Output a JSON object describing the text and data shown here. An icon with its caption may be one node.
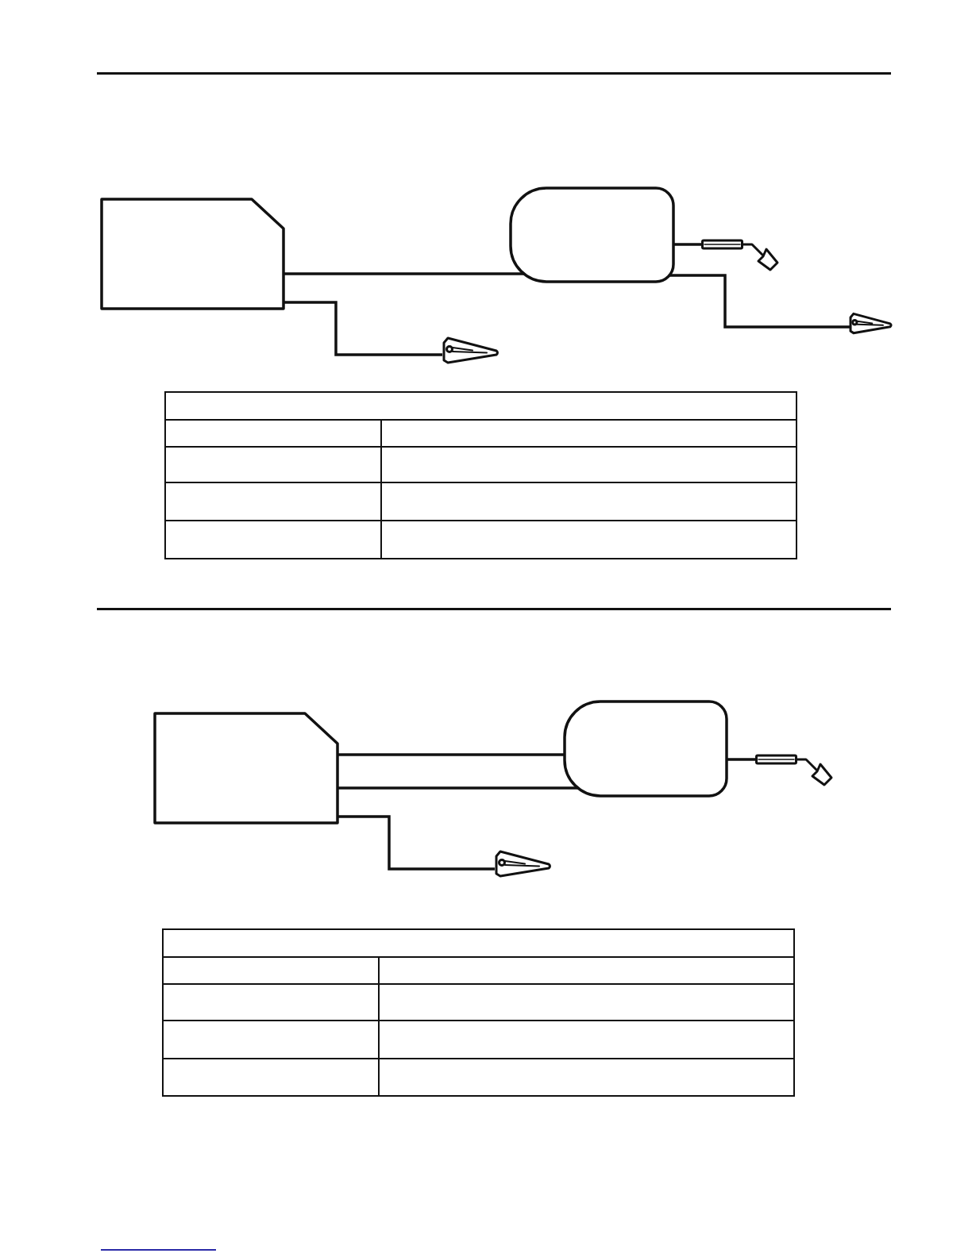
{
  "diagram": {
    "nodes": [
      {
        "text": [],
        "shape": "box"
      },
      {
        "text": [],
        "shape": "box"
      },
      {
        "text": [],
        "shape": "picture"
      },
      {
        "text": [],
        "shape": "picture"
      },
      {
        "text": [],
        "shape": "picture"
      },
      {
        "text": [],
        "shape": "box"
      },
      {
        "text": [],
        "shape": "box"
      },
      {
        "text": [],
        "shape": "picture"
      },
      {
        "text": [],
        "shape": "picture"
      }
    ],
    "edges": [
      {
        "from": 0,
        "to": 1,
        "arrow": "none"
      },
      {
        "from": 0,
        "to": 3,
        "arrow": "none"
      },
      {
        "from": 1,
        "to": 2,
        "arrow": "none"
      },
      {
        "from": 1,
        "to": 4,
        "arrow": "none"
      },
      {
        "from": 5,
        "to": 6,
        "arrow": "none"
      },
      {
        "from": 5,
        "to": 6,
        "arrow": "none"
      },
      {
        "from": 5,
        "to": 8,
        "arrow": "none"
      },
      {
        "from": 6,
        "to": 7,
        "arrow": "none"
      }
    ]
  }
}
